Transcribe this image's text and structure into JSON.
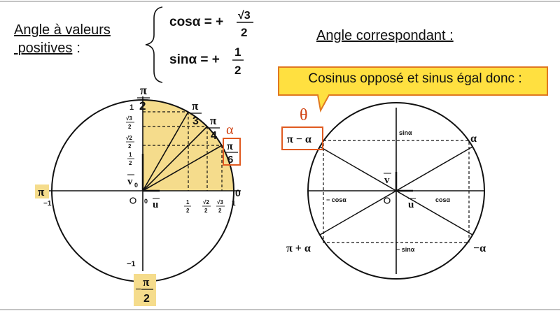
{
  "title_left": {
    "line1": "Angle à valeurs",
    "line2": "positives",
    "colon": ":"
  },
  "title_right": "Angle correspondant :",
  "callout": "Cosinus opposé et sinus égal donc :",
  "formulas": {
    "cos_lhs": "cosα = +",
    "cos_num": "√3",
    "cos_den": "2",
    "sin_lhs": "sinα = +",
    "sin_num": "1",
    "sin_den": "2"
  },
  "left_circle": {
    "top_num": "π",
    "top_den": "2",
    "pi3_num": "π",
    "pi3_den": "3",
    "pi4_num": "π",
    "pi4_den": "4",
    "pi6_num": "π",
    "pi6_den": "6",
    "alpha": "α",
    "zero": "0",
    "pi": "π",
    "bottom_sign": "−",
    "bottom_num": "π",
    "bottom_den": "2",
    "one_top": "1",
    "one_right": "1",
    "minus_one_left": "−1",
    "minus_one_bottom": "−1",
    "origin": "O",
    "zero_small": "0",
    "u": "u",
    "v": "v",
    "v_sub": "0",
    "sqrt3": "√3",
    "sqrt2": "√2",
    "half_num": "1",
    "two": "2"
  },
  "right_circle": {
    "theta": "θ",
    "pi_minus_alpha": "π − α",
    "alpha": "α",
    "pi_plus_alpha": "π + α",
    "minus_alpha": "−α",
    "sin_a": "sinα",
    "minus_sin_a": "− sinα",
    "cos_a": "cosα",
    "minus_cos_a": "− cosα",
    "origin": "O",
    "u": "u",
    "v": "v"
  },
  "colors": {
    "fill_sector": "#f5dc8c",
    "callout_fill": "#ffe040",
    "callout_border": "#e07820",
    "box_red": "#e05a20",
    "alpha_red": "#d04010"
  }
}
